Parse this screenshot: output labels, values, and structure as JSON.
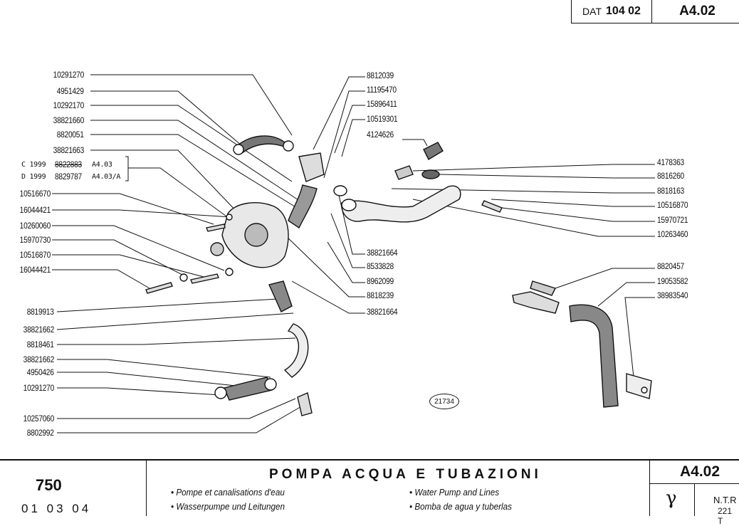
{
  "header": {
    "dat_prefix": "DAT",
    "dat_number": "104 02",
    "sheet_code": "A4.02"
  },
  "labels_left_top": [
    "10291270",
    "4951429",
    "10292170",
    "38821660",
    "8820051",
    "38821663"
  ],
  "variants": [
    {
      "prefix": "C 1999",
      "part": "8822883",
      "ref": "A4.03"
    },
    {
      "prefix": "D 1999",
      "part": "8829787",
      "ref": "A4.03/A"
    }
  ],
  "labels_left_mid": [
    "10516670",
    "16044421",
    "10260060",
    "15970730",
    "10516870",
    "16044421"
  ],
  "labels_left_bottom": [
    "8819913",
    "38821662",
    "8818461",
    "38821662",
    "4950426",
    "10291270",
    "10257060",
    "8802992"
  ],
  "labels_center_top": [
    "8812039",
    "11195470",
    "15896411",
    "10519301",
    "4124626"
  ],
  "labels_center_bottom": [
    "38821664",
    "8533828",
    "8962099",
    "8818239",
    "38821664"
  ],
  "labels_right": [
    "4178363",
    "8816260",
    "8818163",
    "10516870",
    "15970721",
    "10263460",
    "8820457",
    "19053582",
    "38983540"
  ],
  "drawing_number": "21734",
  "footer": {
    "model": "750",
    "date": "01 03 04",
    "title": "POMPA ACQUA E TUBAZIONI",
    "fr": "• Pompe et canalisations d'eau",
    "de": "• Wasserpumpe und Leitungen",
    "en": "• Water Pump and Lines",
    "es": "• Bomba de agua y tuberlas",
    "code": "A4.02",
    "mark": "γ",
    "ntr": "N.T.R",
    "ntr_sub": "221 T"
  }
}
